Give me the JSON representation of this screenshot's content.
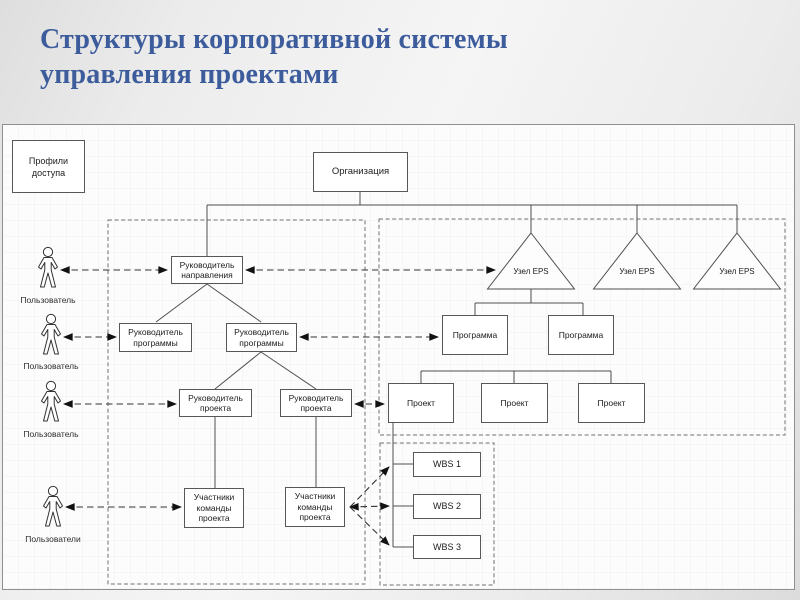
{
  "slide": {
    "title_line1": "Структуры корпоративной системы",
    "title_line2": "управления проектами",
    "title_color": "#3d5c9c",
    "line_color": "#4f4f4f"
  },
  "diagram": {
    "access_profiles_label": "Профили доступа",
    "organization_label": "Организация",
    "direction_manager_label": "Руководитель направления",
    "program_manager_labels": [
      "Руководитель программы",
      "Руководитель программы"
    ],
    "project_manager_labels": [
      "Руководитель проекта",
      "Руководитель проекта"
    ],
    "team_labels": [
      "Участники команды проекта",
      "Участники команды проекта"
    ],
    "user_labels": [
      "Пользователь",
      "Пользователь",
      "Пользователь",
      "Пользователи"
    ],
    "eps_labels": [
      "Узел EPS",
      "Узел EPS",
      "Узел EPS"
    ],
    "program_labels": [
      "Программа",
      "Программа"
    ],
    "project_labels": [
      "Проект",
      "Проект",
      "Проект"
    ],
    "wbs_labels": [
      "WBS 1",
      "WBS 2",
      "WBS 3"
    ]
  }
}
